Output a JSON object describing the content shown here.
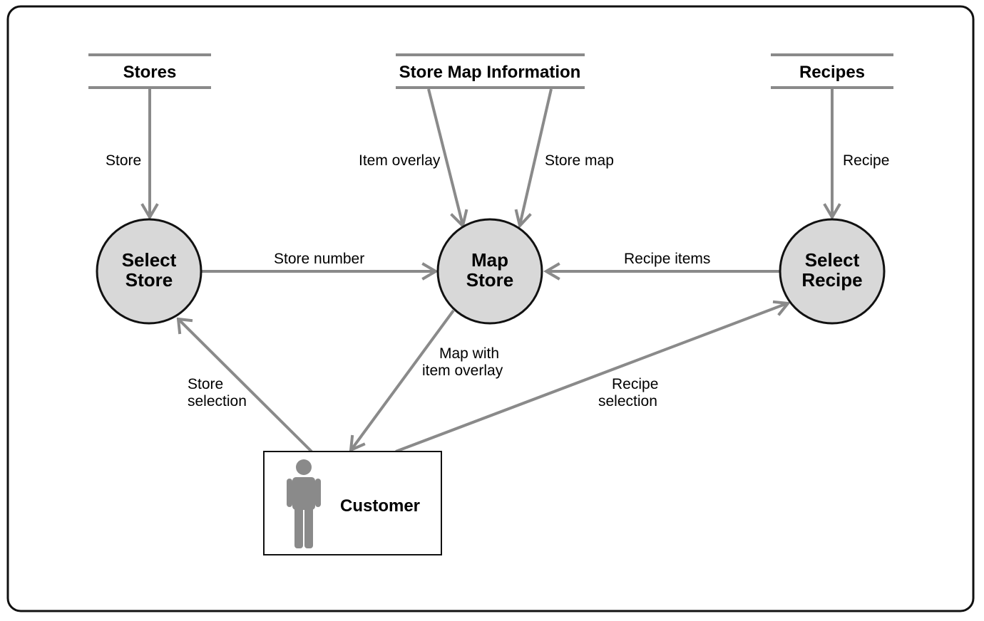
{
  "data_stores": {
    "stores": "Stores",
    "store_map_information": "Store Map Information",
    "recipes": "Recipes"
  },
  "processes": {
    "select_store": {
      "line1": "Select",
      "line2": "Store"
    },
    "map_store": {
      "line1": "Map",
      "line2": "Store"
    },
    "select_recipe": {
      "line1": "Select",
      "line2": "Recipe"
    }
  },
  "entity": {
    "customer": "Customer",
    "icon": "person-icon"
  },
  "flows": {
    "store": "Store",
    "item_overlay": "Item overlay",
    "store_map": "Store map",
    "recipe": "Recipe",
    "store_number": "Store number",
    "recipe_items": "Recipe items",
    "map_with_item_overlay": {
      "line1": "Map with",
      "line2": "item overlay"
    },
    "store_selection": {
      "line1": "Store",
      "line2": "selection"
    },
    "recipe_selection": {
      "line1": "Recipe",
      "line2": "selection"
    }
  },
  "colors": {
    "line": "#8a8a8a",
    "process_fill": "#d8d8d8",
    "border": "#111111"
  }
}
